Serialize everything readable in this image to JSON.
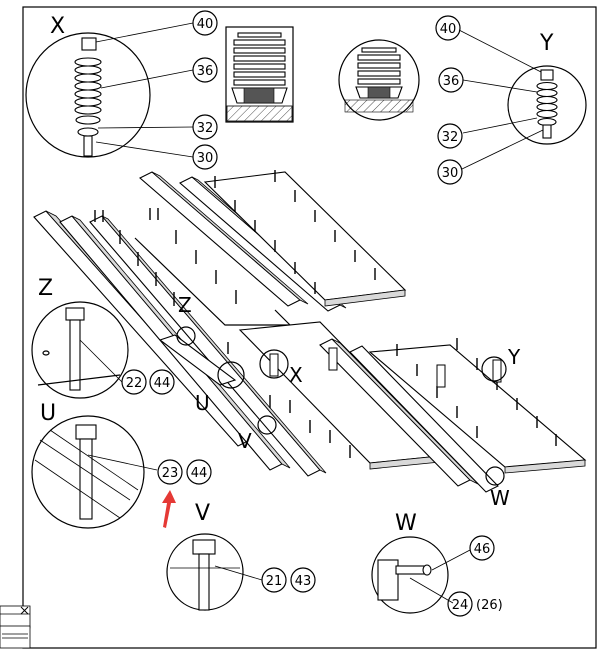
{
  "detail_views": [
    {
      "letter": "X",
      "callouts": [
        "40",
        "36",
        "32",
        "30"
      ]
    },
    {
      "letter": "Y",
      "callouts": [
        "40",
        "36",
        "32",
        "30"
      ]
    },
    {
      "letter": "Z",
      "callouts": [
        "22",
        "44"
      ]
    },
    {
      "letter": "U",
      "callouts": [
        "23",
        "44"
      ]
    },
    {
      "letter": "V",
      "callouts": [
        "21",
        "43"
      ]
    },
    {
      "letter": "W",
      "callouts": [
        "46",
        "24",
        "(26)"
      ]
    }
  ],
  "assembly_labels": [
    "Z",
    "U",
    "V",
    "X",
    "Y",
    "W"
  ],
  "colors": {
    "line": "#000000",
    "arrow": "#e53935",
    "shade": "#d9d9d9"
  }
}
